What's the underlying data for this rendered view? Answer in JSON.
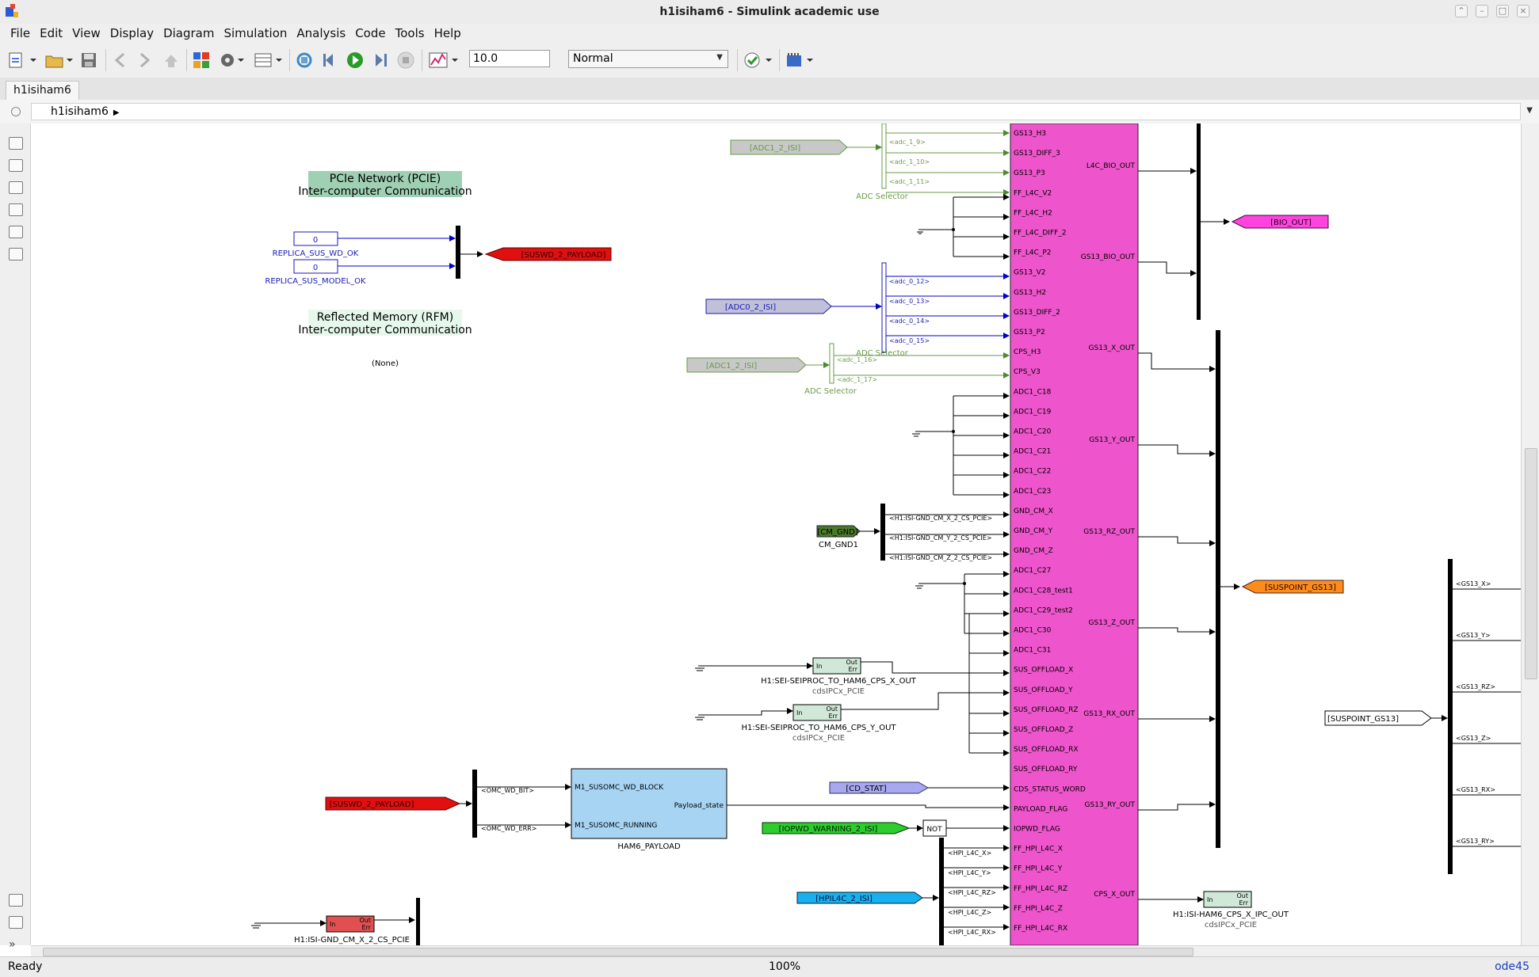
{
  "window": {
    "title": "h1isiham6 - Simulink academic use"
  },
  "menu": [
    "File",
    "Edit",
    "View",
    "Display",
    "Diagram",
    "Simulation",
    "Analysis",
    "Code",
    "Tools",
    "Help"
  ],
  "toolbar": {
    "stop_time": "10.0",
    "sim_mode": "Normal"
  },
  "tab": "h1isiham6",
  "breadcrumb": "h1isiham6",
  "status": {
    "left": "Ready",
    "zoom": "100%",
    "solver": "ode45"
  },
  "canvas": {
    "pcie_title": "PCIe Network (PCIE)",
    "pcie_subtitle": "Inter-computer Communication",
    "rfm_title": "Reflected Memory (RFM)",
    "rfm_subtitle": "Inter-computer Communication",
    "rfm_none": "(None)",
    "const_value": "0",
    "replica_wd": "REPLICA_SUS_WD_OK",
    "replica_model": "REPLICA_SUS_MODEL_OK",
    "goto_suswd": "[SUSWD_2_PAYLOAD]",
    "from_adc1_a": "[ADC1_2_ISI]",
    "from_adc0": "[ADC0_2_ISI]",
    "from_adc1_b": "[ADC1_2_ISI]",
    "adc_selector": "ADC Selector",
    "adc_sel_a": [
      "<adc_1_9>",
      "<adc_1_10>",
      "<adc_1_11>"
    ],
    "adc_sel_b": [
      "<adc_0_12>",
      "<adc_0_13>",
      "<adc_0_14>",
      "<adc_0_15>"
    ],
    "adc_sel_c": [
      "<adc_1_16>",
      "<adc_1_17>"
    ],
    "from_cm_gnd": "[CM_GND]",
    "cm_gnd_label": "CM_GND1",
    "cm_bus": [
      "<H1:ISI-GND_CM_X_2_CS_PCIE>",
      "<H1:ISI-GND_CM_Y_2_CS_PCIE>",
      "<H1:ISI-GND_CM_Z_2_CS_PCIE>"
    ],
    "ipc_port_in": "In",
    "ipc_port_out": "Out",
    "ipc_port_err": "Err",
    "ipc_x_name": "H1:SEI-SEIPROC_TO_HAM6_CPS_X_OUT",
    "ipc_y_name": "H1:SEI-SEIPROC_TO_HAM6_CPS_Y_OUT",
    "ipc_type": "cdsIPCx_PCIE",
    "from_cd_stat": "[CD_STAT]",
    "from_iopwd": "[IOPWD_WARNING_2_ISI]",
    "not_label": "NOT",
    "from_hpi": "[HPIL4C_2_ISI]",
    "hpi_bus": [
      "<HPI_L4C_X>",
      "<HPI_L4C_Y>",
      "<HPI_L4C_RZ>",
      "<HPI_L4C_Z>",
      "<HPI_L4C_RX>"
    ],
    "from_suswd": "[SUSWD_2_PAYLOAD]",
    "omc_bus": [
      "<OMC_WD_BIT>",
      "<OMC_WD_ERR>"
    ],
    "payload_in": [
      "M1_SUSOMC_WD_BLOCK",
      "M1_SUSOMC_RUNNING"
    ],
    "payload_out": "Payload_state",
    "payload_name": "HAM6_PAYLOAD",
    "gnd_ipc_name": "H1:ISI-GND_CM_X_2_CS_PCIE",
    "main_inputs": [
      "GS13_H3",
      "GS13_DIFF_3",
      "GS13_P3",
      "FF_L4C_V2",
      "FF_L4C_H2",
      "FF_L4C_DIFF_2",
      "FF_L4C_P2",
      "GS13_V2",
      "GS13_H2",
      "GS13_DIFF_2",
      "GS13_P2",
      "CPS_H3",
      "CPS_V3",
      "ADC1_C18",
      "ADC1_C19",
      "ADC1_C20",
      "ADC1_C21",
      "ADC1_C22",
      "ADC1_C23",
      "GND_CM_X",
      "GND_CM_Y",
      "GND_CM_Z",
      "ADC1_C27",
      "ADC1_C28_test1",
      "ADC1_C29_test2",
      "ADC1_C30",
      "ADC1_C31",
      "SUS_OFFLOAD_X",
      "SUS_OFFLOAD_Y",
      "SUS_OFFLOAD_RZ",
      "SUS_OFFLOAD_Z",
      "SUS_OFFLOAD_RX",
      "SUS_OFFLOAD_RY",
      "CDS_STATUS_WORD",
      "PAYLOAD_FLAG",
      "IOPWD_FLAG",
      "FF_HPI_L4C_X",
      "FF_HPI_L4C_Y",
      "FF_HPI_L4C_RZ",
      "FF_HPI_L4C_Z",
      "FF_HPI_L4C_RX"
    ],
    "main_outputs": [
      "L4C_BIO_OUT",
      "GS13_BIO_OUT",
      "GS13_X_OUT",
      "GS13_Y_OUT",
      "GS13_RZ_OUT",
      "GS13_Z_OUT",
      "GS13_RX_OUT",
      "GS13_RY_OUT",
      "CPS_X_OUT"
    ],
    "goto_bio": "[BIO_OUT]",
    "goto_suspoint": "[SUSPOINT_GS13]",
    "from_suspoint": "[SUSPOINT_GS13]",
    "suspoint_bus": [
      "<GS13_X>",
      "<GS13_Y>",
      "<GS13_RZ>",
      "<GS13_Z>",
      "<GS13_RX>",
      "<GS13_RY>"
    ],
    "ipc_out_name": "H1:ISI-HAM6_CPS_X_IPC_OUT"
  },
  "colors": {
    "main_block": "#ee55cc",
    "goto_red": "#e01010",
    "goto_green": "#2ecc2e",
    "goto_blue": "#1ab0f0",
    "goto_orange": "#ff8c1a",
    "goto_magenta": "#ff44dd",
    "adc_gray": "#c8c8c8",
    "adc_sel_green": "#6a9a4a",
    "pcie_note": "#99ccaa"
  }
}
